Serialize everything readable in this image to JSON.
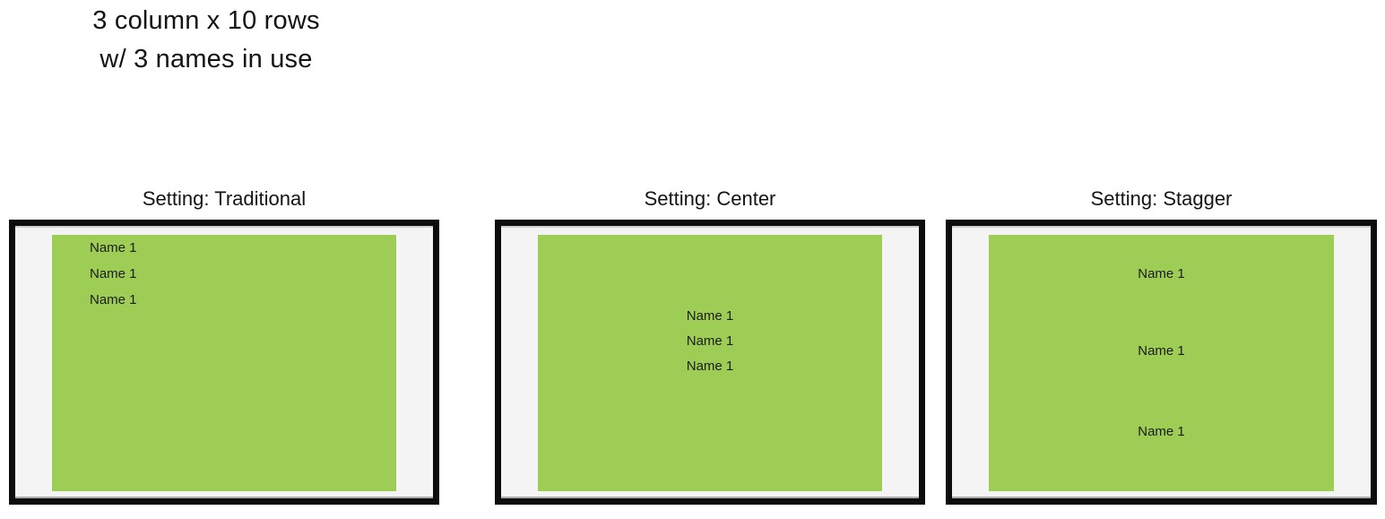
{
  "heading": {
    "line1": "3 column x 10 rows",
    "line2": "w/ 3 names in use"
  },
  "colors": {
    "page_background": "#ffffff",
    "panel_border": "#0d0d0d",
    "panel_background": "#f4f4f4",
    "grid_fill": "#9ecd55",
    "text": "#141414"
  },
  "panels": [
    {
      "title": "Setting: Traditional",
      "setting": "traditional",
      "names": [
        "Name 1",
        "Name 1",
        "Name 1"
      ]
    },
    {
      "title": "Setting: Center",
      "setting": "center",
      "names": [
        "Name 1",
        "Name 1",
        "Name 1"
      ]
    },
    {
      "title": "Setting: Stagger",
      "setting": "stagger",
      "names": [
        "Name 1",
        "Name 1",
        "Name 1"
      ]
    }
  ]
}
